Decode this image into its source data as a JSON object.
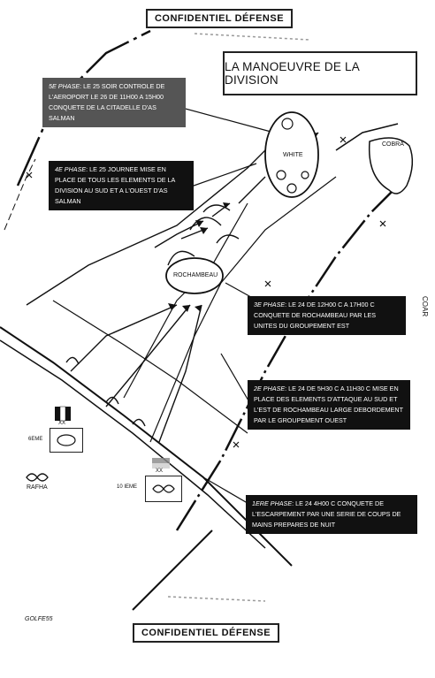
{
  "stamps": {
    "top": "CONFIDENTIEL DÉFENSE",
    "bottom": "CONFIDENTIEL DÉFENSE"
  },
  "title": "LA MANOEUVRE DE LA DIVISION",
  "places": {
    "white": "WHITE",
    "cobra": "COBRA",
    "rochambeau": "ROCHAMBEAU",
    "rafha": "RAFHA",
    "coar": "COAR"
  },
  "units": {
    "sixth": {
      "label": "6EME",
      "size": "XX"
    },
    "tenth": {
      "label": "10 IEME",
      "size": "XX"
    }
  },
  "phases": [
    {
      "id": "phase5",
      "phase": "5e PHASE",
      "text": ": LE 25 SOIR CONTROLE DE L'AEROPORT LE 26 DE 11H00 A 15H00 CONQUETE DE LA CITADELLE D'AS SALMAN"
    },
    {
      "id": "phase4",
      "phase": "4e PHASE",
      "text": ": LE 25 JOURNEE MISE EN PLACE DE TOUS LES ELEMENTS DE LA DIVISION AU SUD ET A L'OUEST D'AS SALMAN"
    },
    {
      "id": "phase3",
      "phase": "3e PHASE",
      "text": ": LE 24 DE 12H00 C A 17H00 C CONQUETE DE ROCHAMBEAU PAR LES UNITES DU GROUPEMENT EST"
    },
    {
      "id": "phase2",
      "phase": "2e PHASE",
      "text": ": LE 24 DE 5H30 C A 11H30 C MISE EN PLACE DES ELEMENTS D'ATTAQUE AU SUD ET L'EST DE ROCHAMBEAU LARGE DEBORDEMENT PAR LE GROUPEMENT OUEST"
    },
    {
      "id": "phase1",
      "phase": "1ere PHASE",
      "text": ": LE 24 4H00 C CONQUETE DE L'ESCARPEMENT PAR UNE SERIE DE COUPS DE MAINS PREPARES DE NUIT"
    }
  ],
  "footer": {
    "code": "GOLFE55"
  },
  "colors": {
    "ink": "#111111",
    "paper": "#ffffff",
    "halftone": "#555555"
  }
}
